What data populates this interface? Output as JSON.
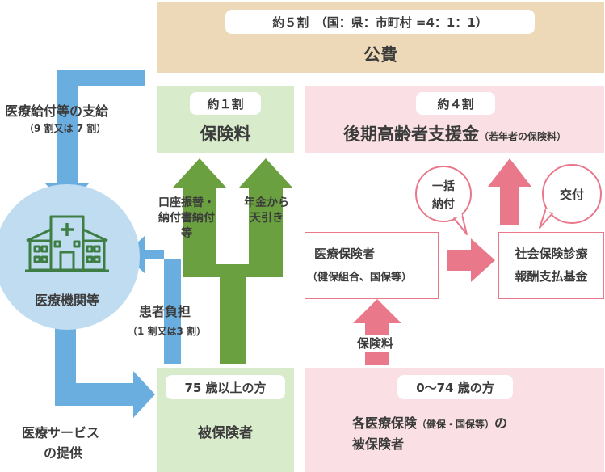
{
  "colors": {
    "beige": "#edd9b8",
    "green_box": "#d8ebcb",
    "pink_box": "#fae0e4",
    "blue_arrow": "#6aaee0",
    "green_arrow": "#6aa040",
    "pink_arrow": "#e8788a",
    "circle_blue": "#bfdcf1",
    "hospital_green": "#3e7e45"
  },
  "public": {
    "ratio": "約５割　（国：県：市町村 =4：1：1）",
    "label": "公費"
  },
  "premium_box": {
    "ratio": "約１割",
    "label": "保険料"
  },
  "support_box": {
    "ratio": "約４割",
    "label": "後期高齢者支援金",
    "note": "（若年者の保険料）"
  },
  "left": {
    "benefit_label": "医療給付等の支給",
    "benefit_note": "（9 割又は 7 割）",
    "institution": "医療機関等",
    "service_line1": "医療サービス",
    "service_line2": "の提供"
  },
  "copay": {
    "label": "患者負担",
    "note": "（1 割又は3 割）"
  },
  "payment_methods": {
    "account_line1": "口座振替・",
    "account_line2": "納付書納付",
    "account_line3": "等",
    "pension_line1": "年金から",
    "pension_line2": "天引き"
  },
  "insurer": {
    "line1": "医療保険者",
    "line2": "（健保組合、国保等）"
  },
  "fund": {
    "line1": "社会保険診療",
    "line2": "報酬支払基金"
  },
  "bubbles": {
    "lump_line1": "一括",
    "lump_line2": "納付",
    "grant": "交付"
  },
  "premium_arrow_label": "保険料",
  "elderly": {
    "title": "75 歳以上の方",
    "label": "被保険者"
  },
  "young": {
    "title": "0〜74 歳の方",
    "line1_a": "各医療保険",
    "line1_b": "（健保・国保等）",
    "line1_c": "の",
    "line2": "被保険者"
  }
}
